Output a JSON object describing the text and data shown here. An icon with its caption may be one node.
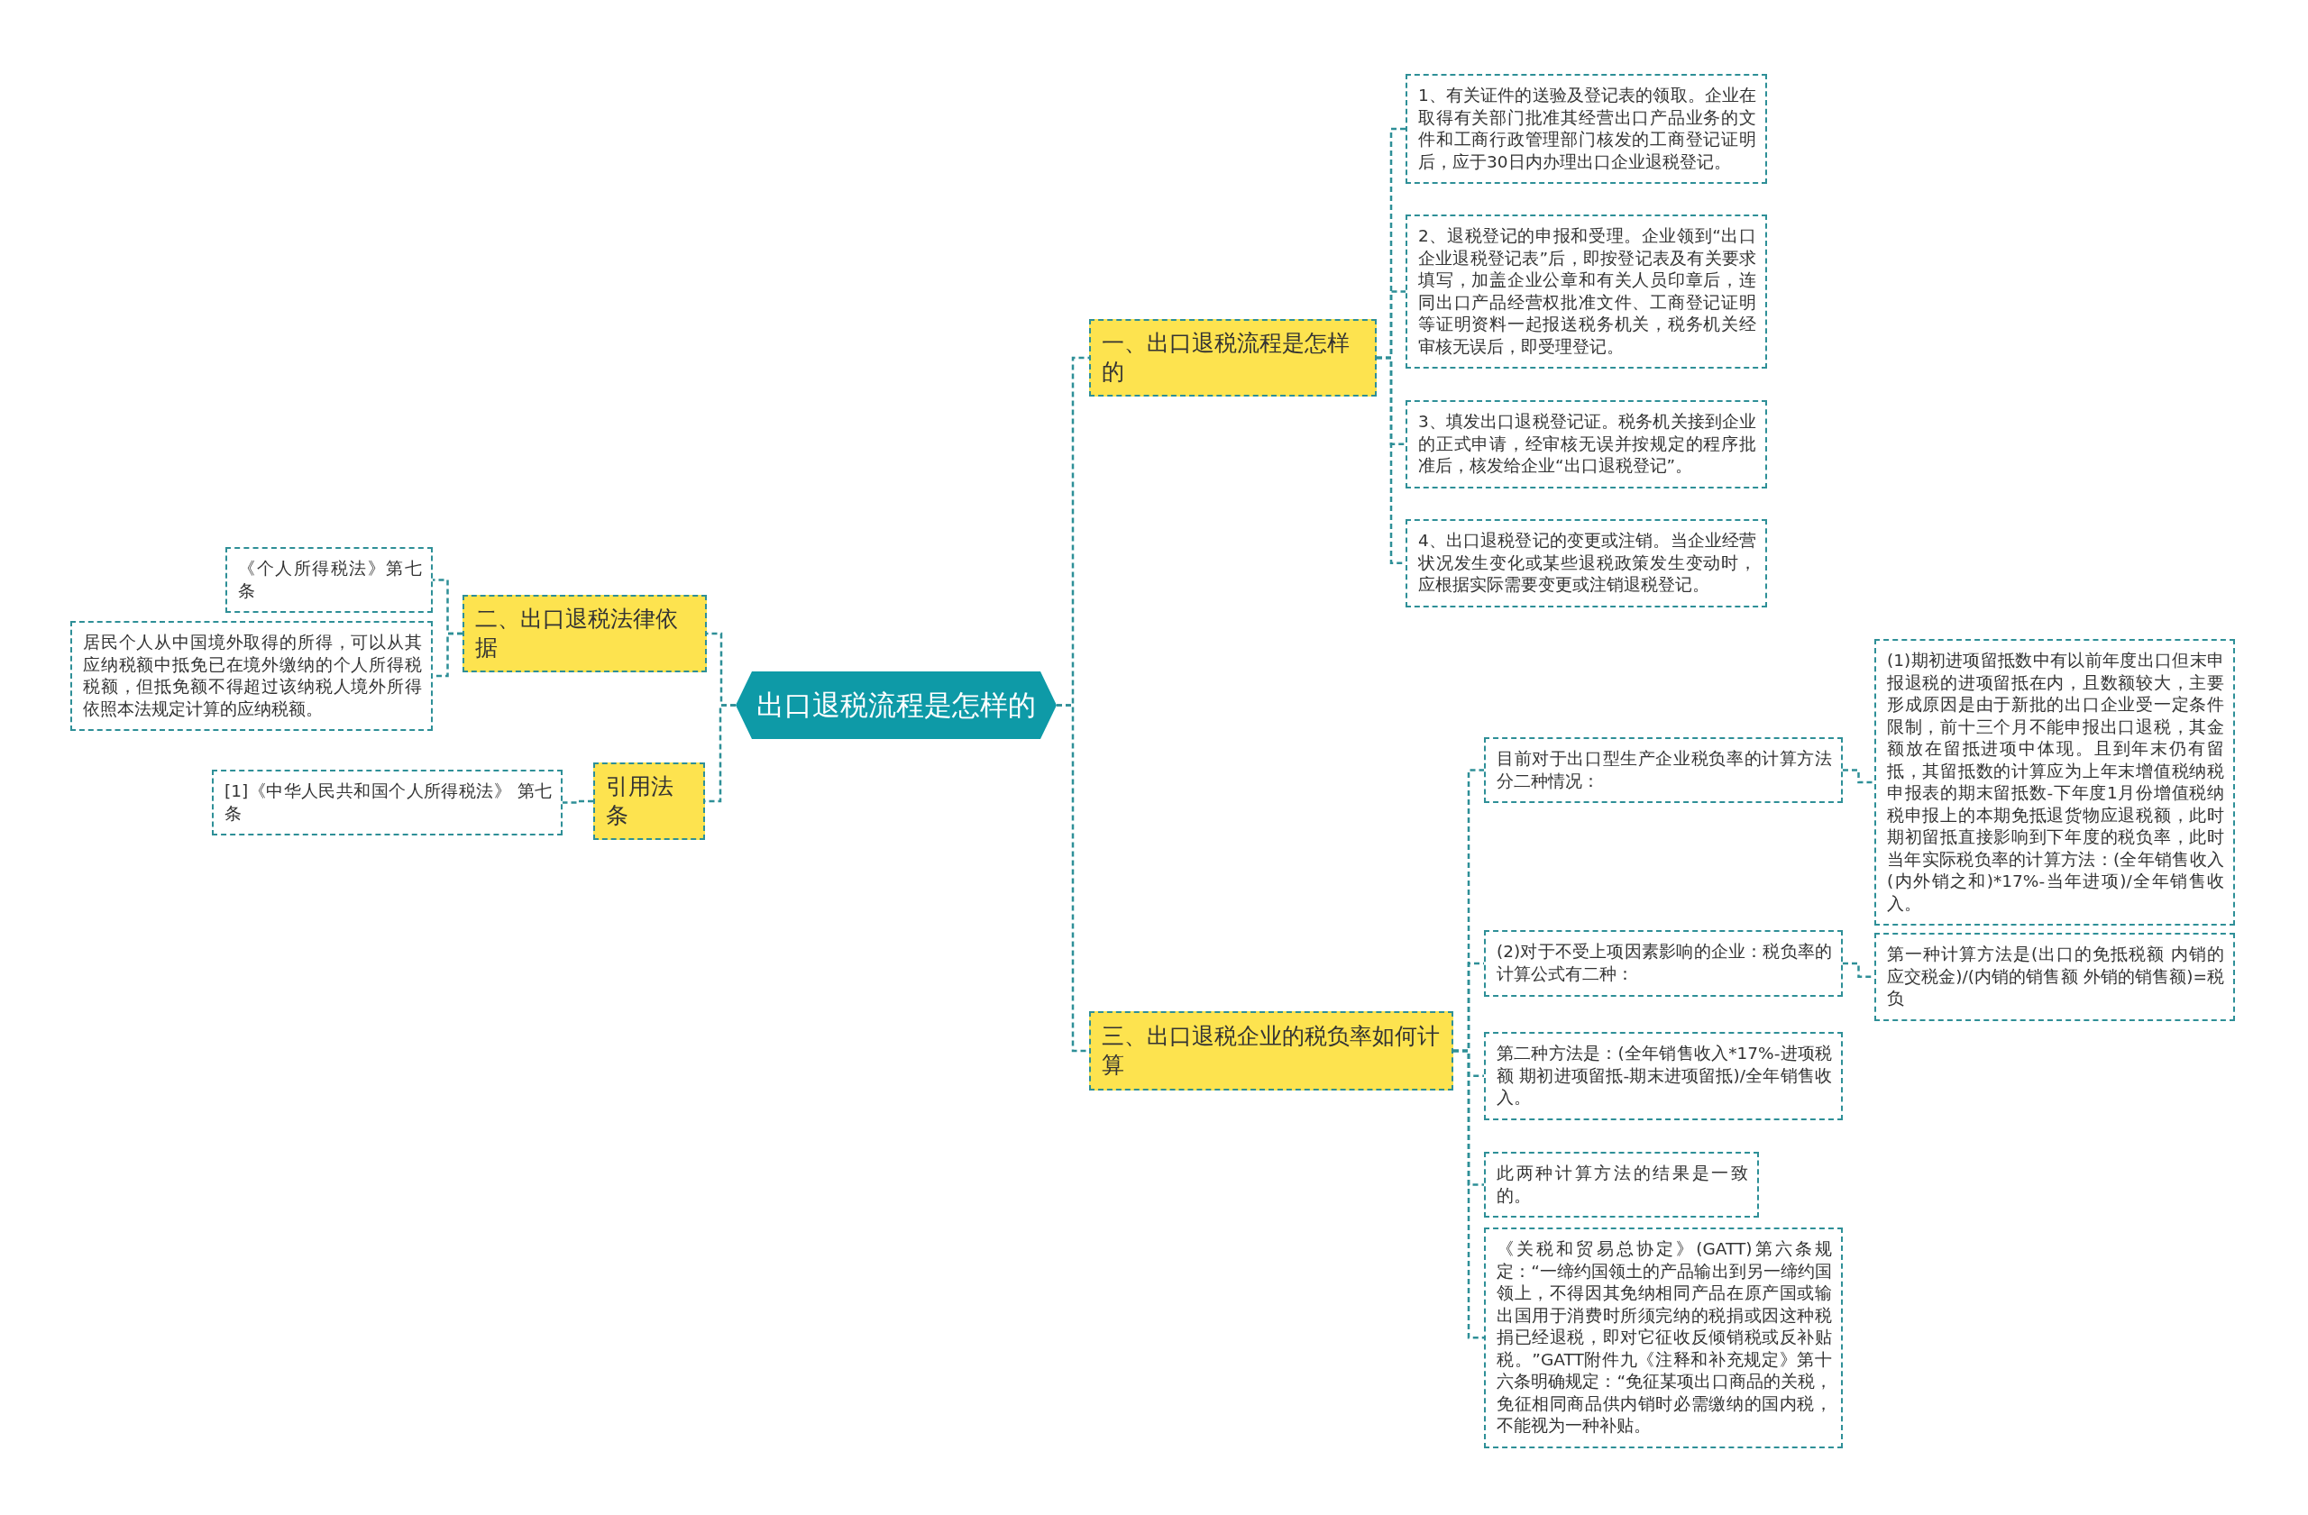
{
  "diagram": {
    "nodes": [
      {
        "text": [
          "出口退税流程是怎样的"
        ]
      },
      {
        "text": [
          "一、出口退税流程是怎样的"
        ]
      },
      {
        "text": [
          "1、有关证件的送验及登记表的领取。企业在取得有关部门批准其经营出口产品业务的文件和工商行政管理部门核发的工商登记证明后，应于30日内办理出口企业退税登记。"
        ]
      },
      {
        "text": [
          "2、退税登记的申报和受理。企业领到“出口企业退税登记表”后，即按登记表及有关要求填写，加盖企业公章和有关人员印章后，连同出口产品经营权批准文件、工商登记证明等证明资料一起报送税务机关，税务机关经审核无误后，即受理登记。"
        ]
      },
      {
        "text": [
          "3、填发出口退税登记证。税务机关接到企业的正式申请，经审核无误并按规定的程序批准后，核发给企业“出口退税登记”。"
        ]
      },
      {
        "text": [
          "4、出口退税登记的变更或注销。当企业经营状况发生变化或某些退税政策发生变动时，应根据实际需要变更或注销退税登记。"
        ]
      },
      {
        "text": [
          "二、出口退税法律依据"
        ]
      },
      {
        "text": [
          "《个人所得税法》第七条"
        ]
      },
      {
        "text": [
          "居民个人从中国境外取得的所得，可以从其应纳税额中抵免已在境外缴纳的个人所得税税额，但抵免额不得超过该纳税人境外所得依照本法规定计算的应纳税额。"
        ]
      },
      {
        "text": [
          "引用法条"
        ]
      },
      {
        "text": [
          "[1]《中华人民共和国个人所得税法》 第七条"
        ]
      },
      {
        "text": [
          "三、出口退税企业的税负率如何计算"
        ]
      },
      {
        "text": [
          "目前对于出口型生产企业税负率的计算方法分二种情况："
        ]
      },
      {
        "text": [
          "(1)期初进项留抵数中有以前年度出口但末申报退税的进项留抵在内，且数额较大，主要形成原因是由于新批的出口企业受一定条件限制，前十三个月不能申报出口退税，其金额放在留抵进项中体现。且到年末仍有留抵，其留抵数的计算应为上年末增值税纳税申报表的期末留抵数-下年度1月份增值税纳税申报上的本期免抵退货物应退税额，此时期初留抵直接影响到下年度的税负率，此时当年实际税负率的计算方法：(全年销售收入(内外销之和)*17%-当年进项)/全年销售收入。"
        ]
      },
      {
        "text": [
          "(2)对于不受上项因素影响的企业：税负率的计算公式有二种："
        ]
      },
      {
        "text": [
          "第一种计算方法是(出口的免抵税额 内销的应交税金)/(内销的销售额 外销的销售额)=税负"
        ]
      },
      {
        "text": [
          "第二种方法是：(全年销售收入*17%-进项税额 期初进项留抵-期末进项留抵)/全年销售收入。"
        ]
      },
      {
        "text": [
          "此两种计算方法的结果是一致的。"
        ]
      },
      {
        "text": [
          "《关税和贸易总协定》(GATT)第六条规定：“一缔约国领土的产品输出到另一缔约国领上，不得因其免纳相同产品在原产国或输出国用于消费时所须完纳的税捐或因这种税捐已经退税，即对它征收反倾销税或反补贴税。”GATT附件九《注释和补充规定》第十六条明确规定：“免征某项出口商品的关税，免征相同商品供内销时必需缴纳的国内税，不能视为一种补贴。"
        ]
      }
    ],
    "edges": [
      {
        "from": 0,
        "to": 1,
        "arrow": "none",
        "style": "dashed"
      },
      {
        "from": 1,
        "to": 2,
        "arrow": "none",
        "style": "dashed"
      },
      {
        "from": 1,
        "to": 3,
        "arrow": "none",
        "style": "dashed"
      },
      {
        "from": 1,
        "to": 4,
        "arrow": "none",
        "style": "dashed"
      },
      {
        "from": 1,
        "to": 5,
        "arrow": "none",
        "style": "dashed"
      },
      {
        "from": 0,
        "to": 6,
        "arrow": "none",
        "style": "dashed"
      },
      {
        "from": 6,
        "to": 7,
        "arrow": "none",
        "style": "dashed"
      },
      {
        "from": 6,
        "to": 8,
        "arrow": "none",
        "style": "dashed"
      },
      {
        "from": 0,
        "to": 9,
        "arrow": "none",
        "style": "dashed"
      },
      {
        "from": 9,
        "to": 10,
        "arrow": "none",
        "style": "dashed"
      },
      {
        "from": 0,
        "to": 11,
        "arrow": "none",
        "style": "dashed"
      },
      {
        "from": 11,
        "to": 12,
        "arrow": "none",
        "style": "dashed"
      },
      {
        "from": 12,
        "to": 13,
        "arrow": "none",
        "style": "dashed"
      },
      {
        "from": 11,
        "to": 14,
        "arrow": "none",
        "style": "dashed"
      },
      {
        "from": 14,
        "to": 15,
        "arrow": "none",
        "style": "dashed"
      },
      {
        "from": 11,
        "to": 16,
        "arrow": "none",
        "style": "dashed"
      },
      {
        "from": 11,
        "to": 17,
        "arrow": "none",
        "style": "dashed"
      },
      {
        "from": 11,
        "to": 18,
        "arrow": "none",
        "style": "dashed"
      }
    ]
  }
}
